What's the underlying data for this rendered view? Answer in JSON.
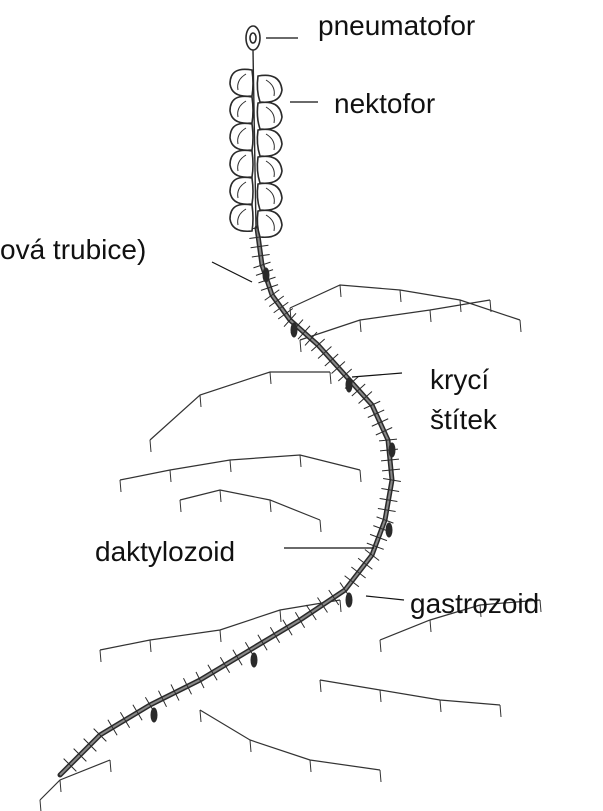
{
  "labels": {
    "pneumatofor": "pneumatofor",
    "nektofor": "nektofor",
    "stem_tube": "ová trubice)",
    "kryci": "krycí",
    "stitek": "štítek",
    "daktylozoid": "daktylozoid",
    "gastrozoid": "gastrozoid"
  },
  "colors": {
    "ink": "#2a2a2a",
    "line": "#111111",
    "bg": "#ffffff"
  }
}
